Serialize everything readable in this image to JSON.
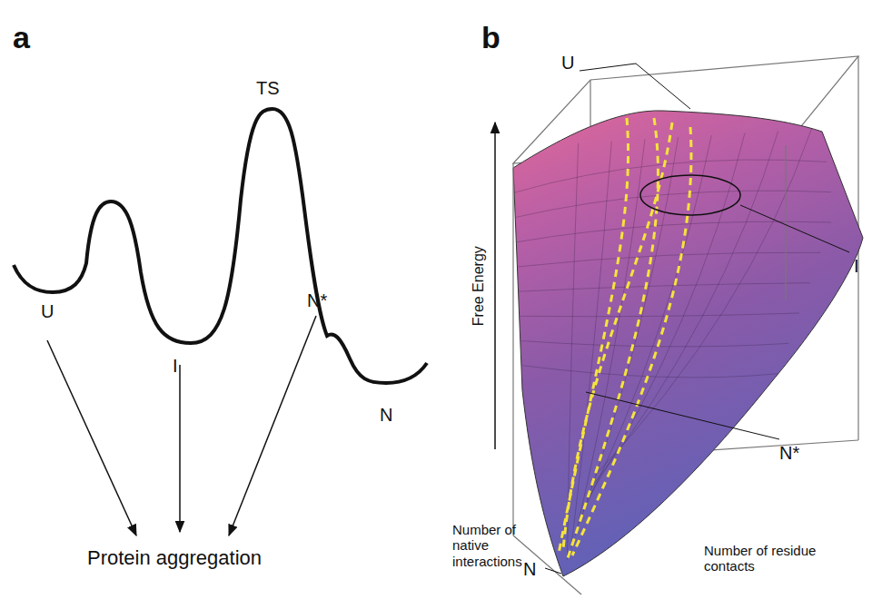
{
  "diagram": {
    "labels": [
      "a",
      "b",
      "TS",
      "U",
      "I",
      "N*",
      "N",
      "Protein aggregation",
      "U",
      "I",
      "N*",
      "N",
      "Free Energy",
      "Number of native interactions",
      "Number of residue contacts"
    ]
  }
}
